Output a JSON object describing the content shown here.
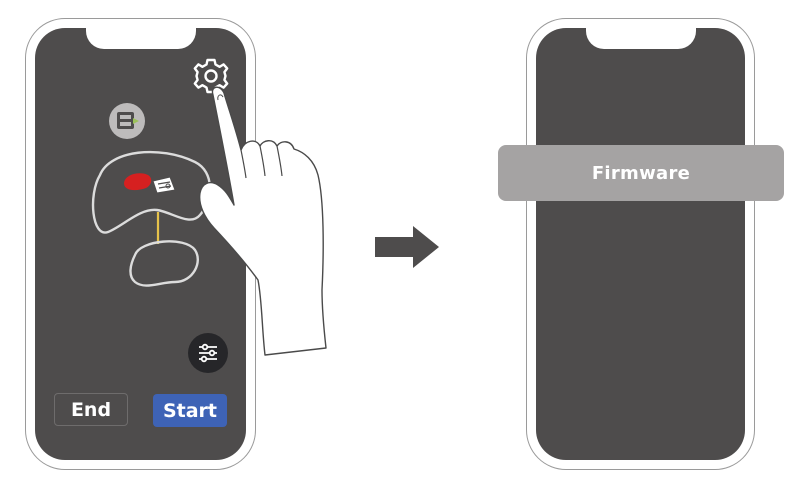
{
  "left_phone": {
    "end_label": "End",
    "start_label": "Start",
    "icons": [
      "gear-icon",
      "map-thumbnail-icon",
      "sliders-icon",
      "robot-mower-icon",
      "pointing-hand-icon"
    ]
  },
  "right_phone": {
    "menu_item_label": "Firmware"
  },
  "colors": {
    "screen": "#4e4c4c",
    "start_button": "#3e63b6",
    "menu_bar": "#a5a3a3",
    "zone_red": "#d62020",
    "path_yellow": "#e6c24a",
    "arrow": "#4e4c4c"
  }
}
